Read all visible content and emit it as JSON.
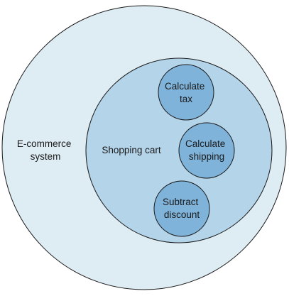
{
  "diagram": {
    "outer": {
      "label_line1": "E-commerce",
      "label_line2": "system",
      "fill": "#deecf4"
    },
    "cart": {
      "label": "Shopping cart",
      "fill": "#b4d4ea"
    },
    "functions": [
      {
        "line1": "Calculate",
        "line2": "tax",
        "fill": "#7fb3da"
      },
      {
        "line1": "Calculate",
        "line2": "shipping",
        "fill": "#7fb3da"
      },
      {
        "line1": "Subtract",
        "line2": "discount",
        "fill": "#7fb3da"
      }
    ],
    "stroke": "#1a1a1a"
  }
}
